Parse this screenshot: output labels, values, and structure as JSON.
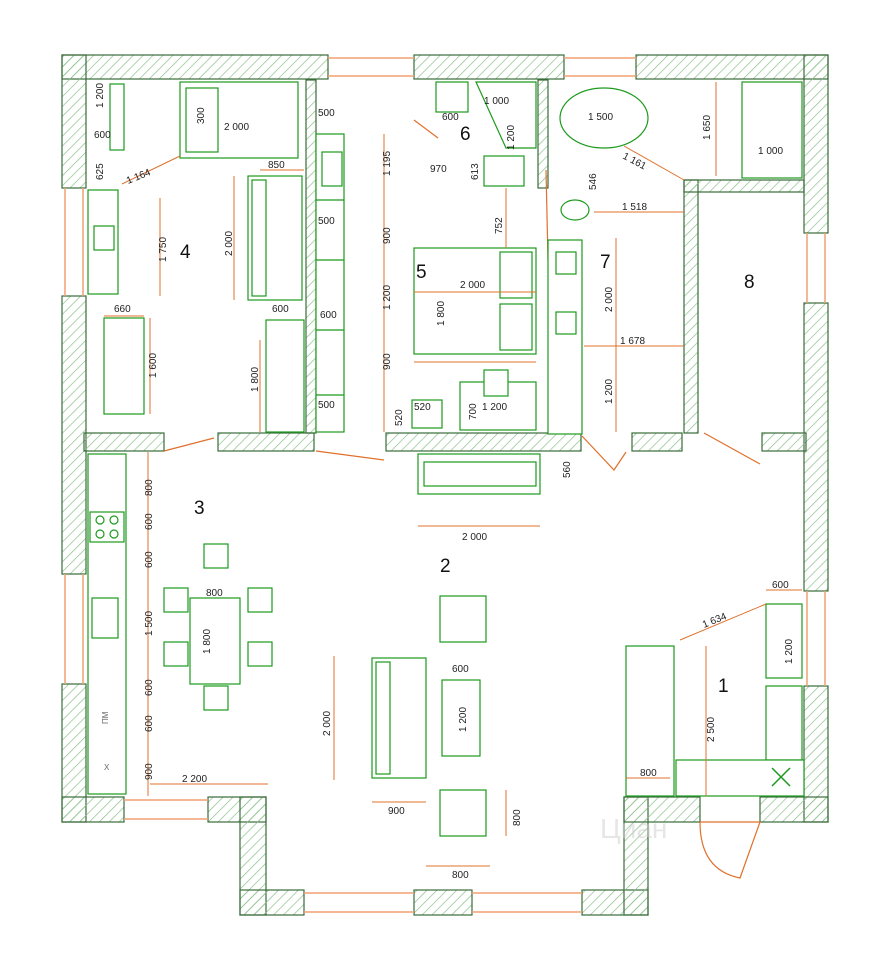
{
  "colors": {
    "wall_outline": "#3a6b3a",
    "wall_hatch": "#7fb27f",
    "furniture": "#1c9a1c",
    "dimension_line": "#e0702a",
    "text": "#111111",
    "window": "#f0a070"
  },
  "rooms": [
    {
      "id": "room-1",
      "label": "1"
    },
    {
      "id": "room-2",
      "label": "2"
    },
    {
      "id": "room-3",
      "label": "3"
    },
    {
      "id": "room-4",
      "label": "4"
    },
    {
      "id": "room-5",
      "label": "5"
    },
    {
      "id": "room-6",
      "label": "6"
    },
    {
      "id": "room-7",
      "label": "7"
    },
    {
      "id": "room-8",
      "label": "8"
    }
  ],
  "dimensions": [
    "1 200",
    "600",
    "625",
    "1 164",
    "300",
    "2 000",
    "1 750",
    "660",
    "1 600",
    "850",
    "2 000",
    "600",
    "1 800",
    "500",
    "1 195",
    "500",
    "900",
    "1 200",
    "600",
    "900",
    "500",
    "600",
    "1 000",
    "1 200",
    "970",
    "613",
    "752",
    "2 000",
    "1 800",
    "520",
    "520",
    "700",
    "1 200",
    "1 500",
    "1 161",
    "1 650",
    "1 000",
    "546",
    "1 518",
    "2 000",
    "1 678",
    "1 200",
    "560",
    "2 000",
    "800",
    "600",
    "600",
    "1 500",
    "600",
    "600",
    "900",
    "2 200",
    "800",
    "1 800",
    "600",
    "1 200",
    "2 000",
    "900",
    "800",
    "800",
    "600",
    "1 634",
    "1 200",
    "2 500",
    "800"
  ],
  "appliance_marks": [
    "ПМ",
    "X"
  ],
  "watermark": "Циан"
}
